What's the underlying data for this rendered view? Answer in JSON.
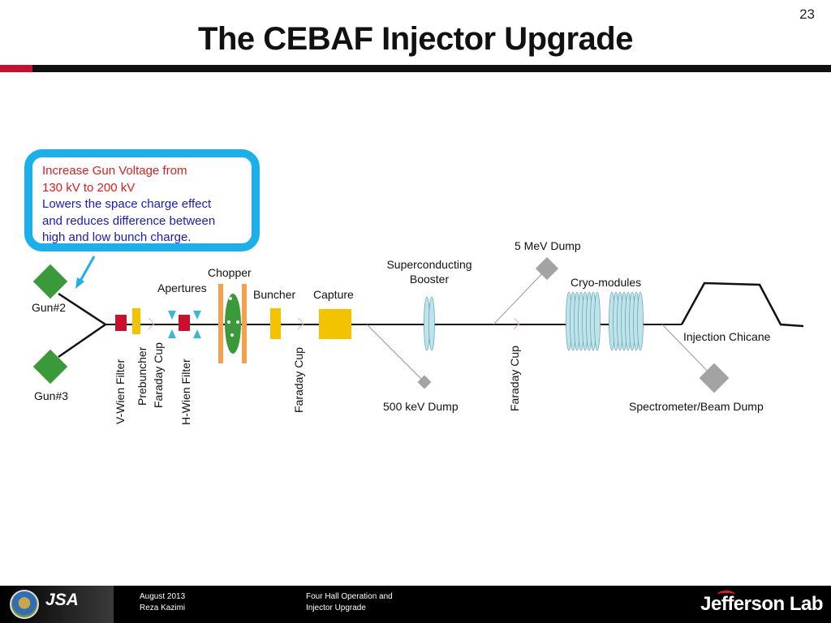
{
  "slide": {
    "number": "23",
    "title": "The CEBAF Injector Upgrade"
  },
  "callout": {
    "line1": "Increase Gun Voltage from",
    "line2": "130 kV to 200 kV",
    "line3": "Lowers the space charge effect",
    "line4": "and reduces difference between",
    "line5": "high and low bunch charge."
  },
  "labels": {
    "gun2": "Gun#2",
    "gun3": "Gun#3",
    "apertures": "Apertures",
    "chopper": "Chopper",
    "buncher": "Buncher",
    "capture": "Capture",
    "sc_booster_1": "Superconducting",
    "sc_booster_2": "Booster",
    "dump_5mev": "5 MeV Dump",
    "cryo_modules": "Cryo-modules",
    "injection_chicane": "Injection Chicane",
    "dump_500kev": "500 keV Dump",
    "spectrometer": "Spectrometer/Beam Dump",
    "v_wien": "V-Wien Filter",
    "prebuncher": "Prebuncher",
    "faraday_cup": "Faraday Cup",
    "h_wien": "H-Wien Filter"
  },
  "colors": {
    "accent_blue": "#1bb0ea",
    "gun_green": "#3a9a3a",
    "wien_red": "#c8102e",
    "buncher_yellow": "#f2c400",
    "chopper_orange": "#f5a04a",
    "cavity_blue": "#bfe3ea",
    "dump_gray": "#a3a3a3"
  },
  "footer": {
    "date": "August 2013",
    "author": "Reza Kazimi",
    "talk_line1": "Four Hall Operation and",
    "talk_line2": "Injector Upgrade",
    "jsa_logo": "JSA",
    "lab_logo": "Jefferson Lab"
  }
}
